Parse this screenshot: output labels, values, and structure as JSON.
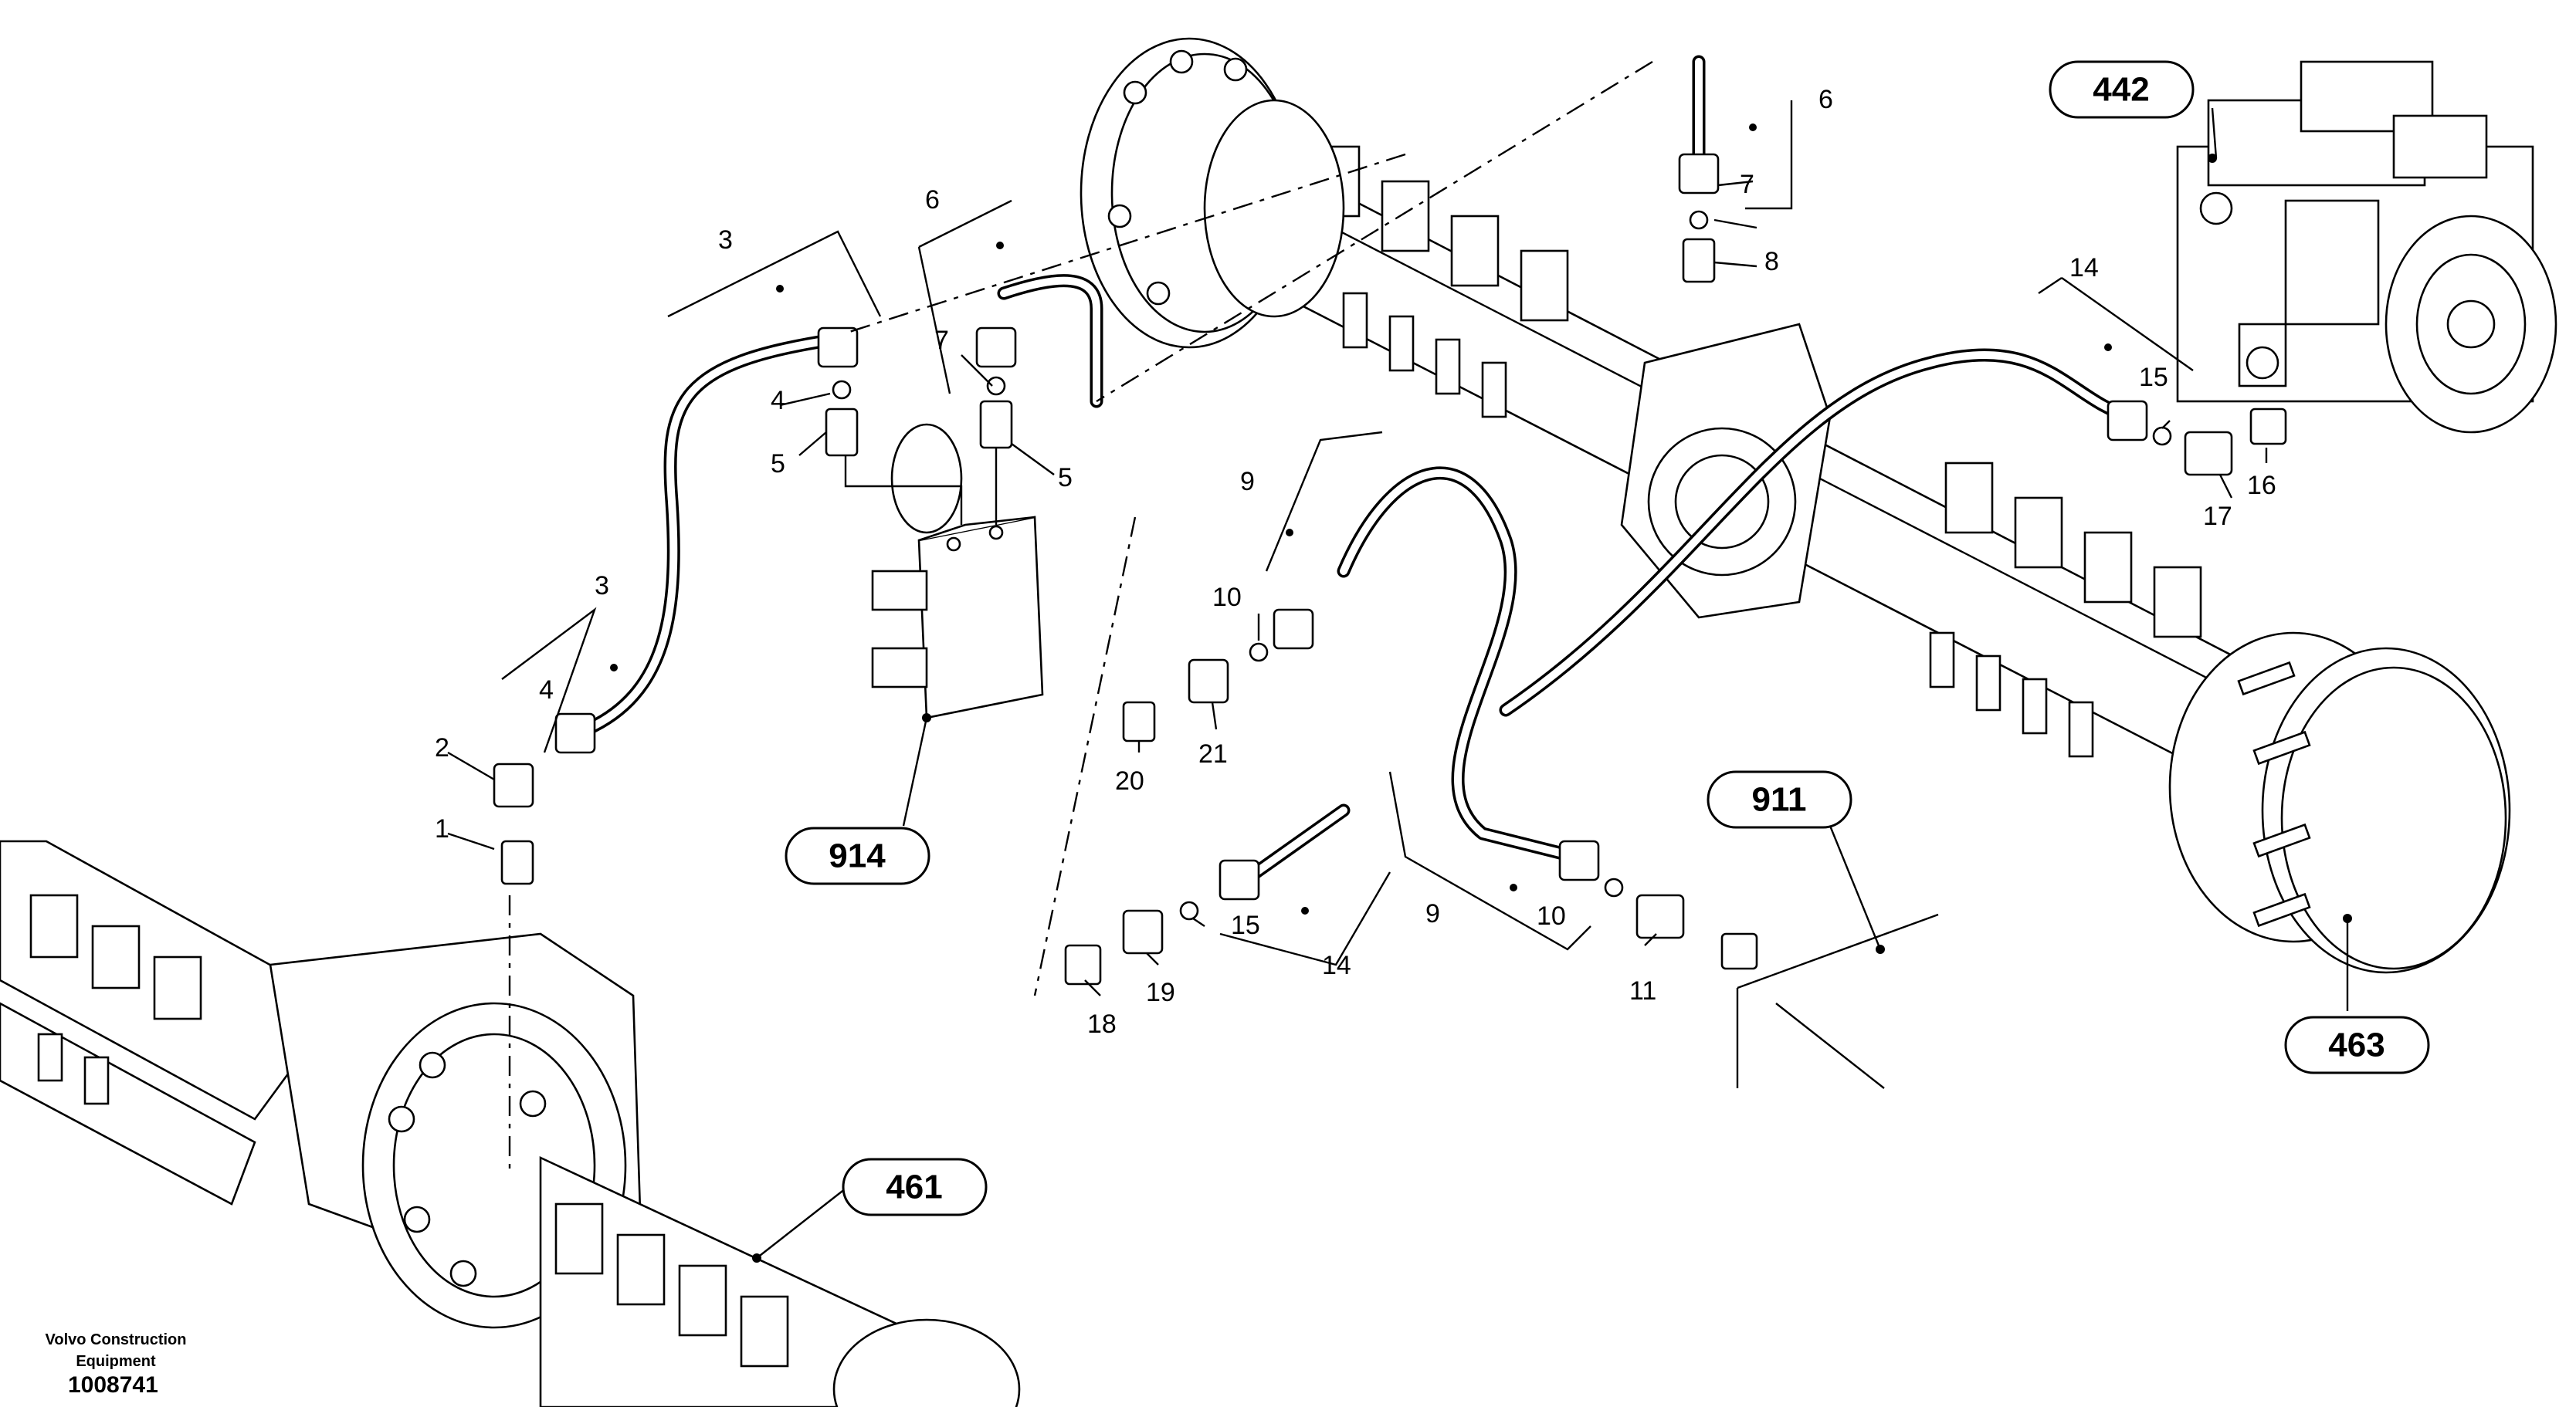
{
  "callouts": {
    "c1": "1",
    "c2": "2",
    "c3a": "3",
    "c3b": "3",
    "c4a": "4",
    "c4b": "4",
    "c5a": "5",
    "c5b": "5",
    "c6a": "6",
    "c6b": "6",
    "c7a": "7",
    "c7b": "7",
    "c8": "8",
    "c9a": "9",
    "c9b": "9",
    "c10a": "10",
    "c10b": "10",
    "c11": "11",
    "c14a": "14",
    "c14b": "14",
    "c15a": "15",
    "c15b": "15",
    "c16": "16",
    "c17": "17",
    "c18": "18",
    "c19": "19",
    "c20": "20",
    "c21": "21"
  },
  "references": {
    "r442": "442",
    "r911": "911",
    "r914": "914",
    "r461": "461",
    "r463": "463"
  },
  "footer": {
    "company": "Volvo Construction Equipment",
    "drawing_number": "1008741"
  }
}
